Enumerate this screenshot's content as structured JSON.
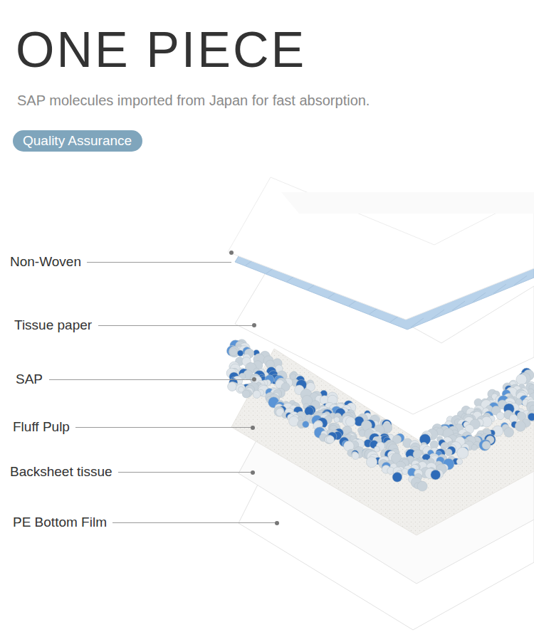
{
  "diagram": {
    "title": "ONE PIECE",
    "nodes": [
      {
        "text": [
          "Quality Assurance"
        ]
      }
    ],
    "labels": [
      "SAP molecules imported from Japan for fast absorption.",
      "Non-Woven",
      "Tissue paper",
      "SAP",
      "Fluff Pulp",
      "Backsheet tissue",
      "PE Bottom Film"
    ]
  }
}
